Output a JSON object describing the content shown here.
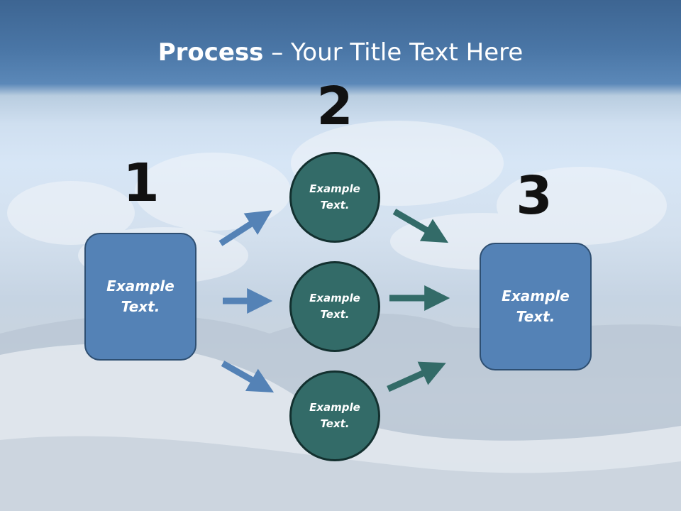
{
  "title": {
    "bold": "Process",
    "rest": " – Your Title Text Here"
  },
  "steps": [
    {
      "number": "1",
      "text_line1": "Example",
      "text_line2": "Text."
    },
    {
      "number": "2",
      "circles": [
        {
          "text_line1": "Example",
          "text_line2": "Text."
        },
        {
          "text_line1": "Example",
          "text_line2": "Text."
        },
        {
          "text_line1": "Example",
          "text_line2": "Text."
        }
      ]
    },
    {
      "number": "3",
      "text_line1": "Example",
      "text_line2": "Text."
    }
  ],
  "colors": {
    "box": "#5482b6",
    "circle": "#336b68",
    "arrow_blue": "#5482b6",
    "arrow_teal": "#336b68"
  }
}
